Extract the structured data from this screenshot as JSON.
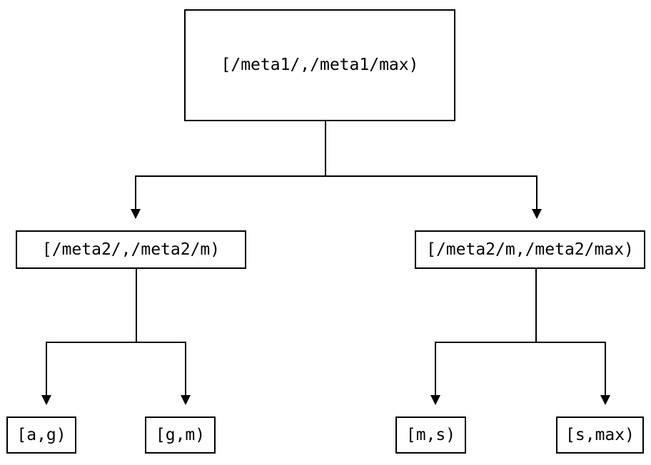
{
  "diagram": {
    "type": "tree",
    "background_color": "#ffffff",
    "line_color": "#000000",
    "node_border_color": "#000000",
    "node_text_color": "#000000",
    "nodes": {
      "root": {
        "label": "[/meta1/,/meta1/max)"
      },
      "level2_left": {
        "label": "[/meta2/,/meta2/m)"
      },
      "level2_right": {
        "label": "[/meta2/m,/meta2/max)"
      },
      "leaf_a_g": {
        "label": "[a,g)"
      },
      "leaf_g_m": {
        "label": "[g,m)"
      },
      "leaf_m_s": {
        "label": "[m,s)"
      },
      "leaf_s_max": {
        "label": "[s,max)"
      }
    },
    "edges": [
      {
        "from": "root",
        "to": "level2_left"
      },
      {
        "from": "root",
        "to": "level2_right"
      },
      {
        "from": "level2_left",
        "to": "leaf_a_g"
      },
      {
        "from": "level2_left",
        "to": "leaf_g_m"
      },
      {
        "from": "level2_right",
        "to": "leaf_m_s"
      },
      {
        "from": "level2_right",
        "to": "leaf_s_max"
      }
    ]
  }
}
